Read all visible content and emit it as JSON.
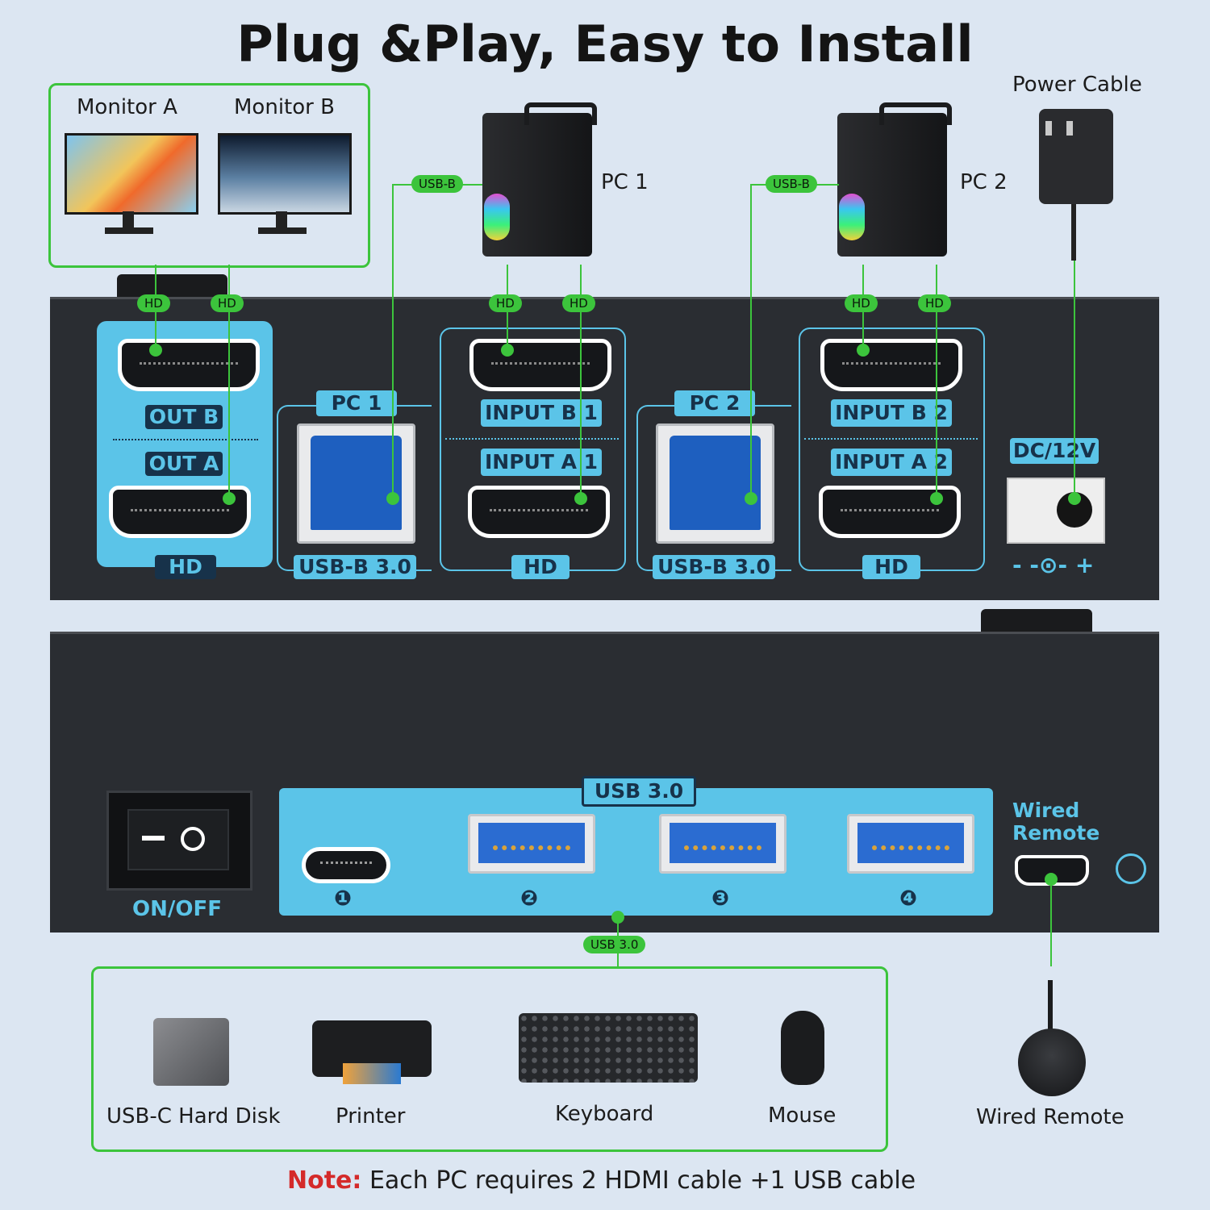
{
  "title": "Plug &Play, Easy to Install",
  "monitors": {
    "a_label": "Monitor A",
    "b_label": "Monitor B"
  },
  "pc1_label": "PC 1",
  "pc2_label": "PC 2",
  "power_label": "Power Cable",
  "cable_tags": {
    "hd": "HD",
    "usb_b": "USB-B",
    "usb3": "USB 3.0"
  },
  "port_labels": {
    "out_b": "OUT B",
    "out_a": "OUT A",
    "hd": "HD",
    "pc1": "PC 1",
    "pc2": "PC 2",
    "input_b1": "INPUT B 1",
    "input_a1": "INPUT A 1",
    "input_b2": "INPUT B 2",
    "input_a2": "INPUT A 2",
    "usb_b_30": "USB-B 3.0",
    "dc": "DC/12V",
    "polarity": "- -⊙- +",
    "usb30": "USB 3.0",
    "on_off": "ON/OFF",
    "wired_remote_line1": "Wired",
    "wired_remote_line2": "Remote",
    "n1": "❶",
    "n2": "❷",
    "n3": "❸",
    "n4": "❹"
  },
  "devices": [
    "USB-C Hard Disk",
    "Printer",
    "Keyboard",
    "Mouse"
  ],
  "remote_label": "Wired Remote",
  "note": {
    "prefix": "Note:",
    "text": " Each PC requires 2 HDMI cable +1 USB cable"
  },
  "colors": {
    "accent_green": "#3cc43c",
    "port_cyan": "#5bc4e8",
    "note_red": "#d42a2a"
  }
}
